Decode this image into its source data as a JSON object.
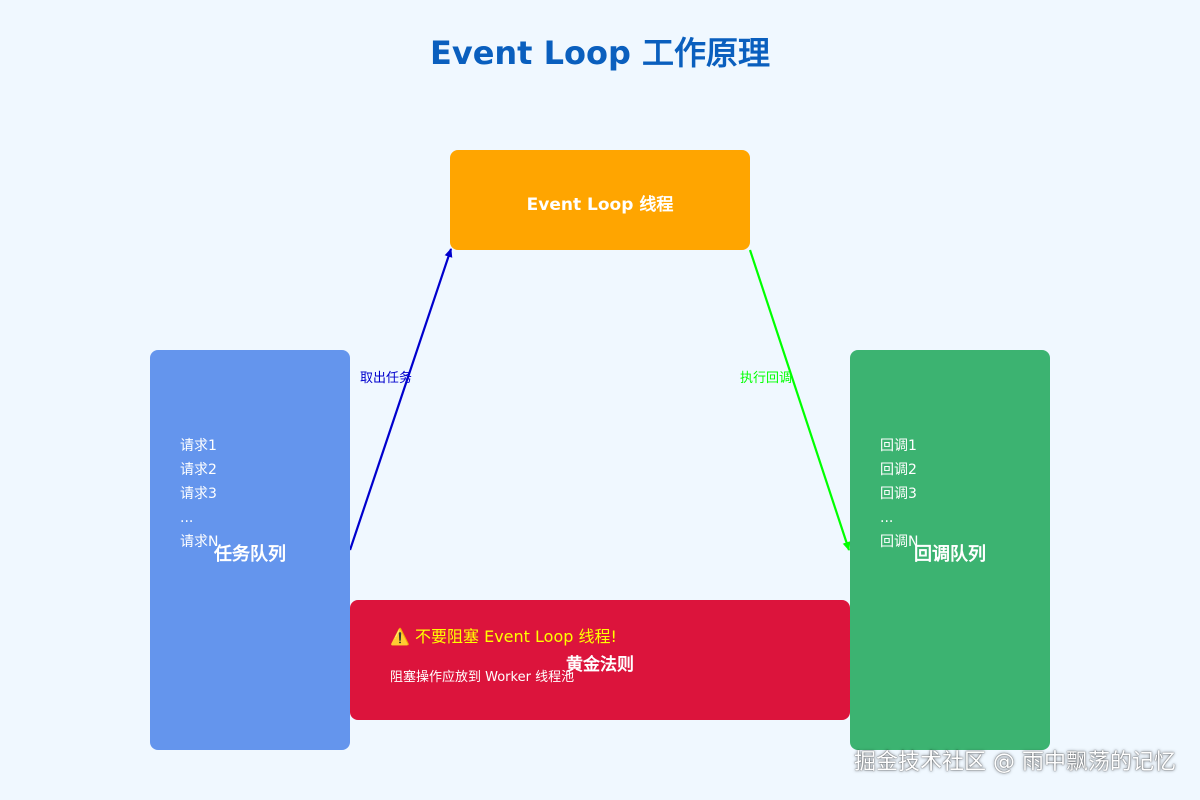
{
  "title": "Event Loop 工作原理",
  "event_loop": {
    "label": "Event Loop 线程",
    "color": "#ffa500"
  },
  "task_queue": {
    "label": "任务队列",
    "color": "#6495ed",
    "items": [
      "请求1",
      "请求2",
      "请求3",
      "...",
      "请求N"
    ]
  },
  "callback_queue": {
    "label": "回调队列",
    "color": "#3cb371",
    "items": [
      "回调1",
      "回调2",
      "回调3",
      "...",
      "回调N"
    ]
  },
  "golden_rule": {
    "label": "黄金法则",
    "color": "#dc143c",
    "warning": "⚠️ 不要阻塞 Event Loop 线程!",
    "detail": "阻塞操作应放到 Worker 线程池"
  },
  "edges": {
    "fetch": {
      "label": "取出任务",
      "color": "#0000cd"
    },
    "execute": {
      "label": "执行回调",
      "color": "#00ff00"
    }
  },
  "watermark": "掘金技术社区 @ 雨中飘荡的记忆"
}
